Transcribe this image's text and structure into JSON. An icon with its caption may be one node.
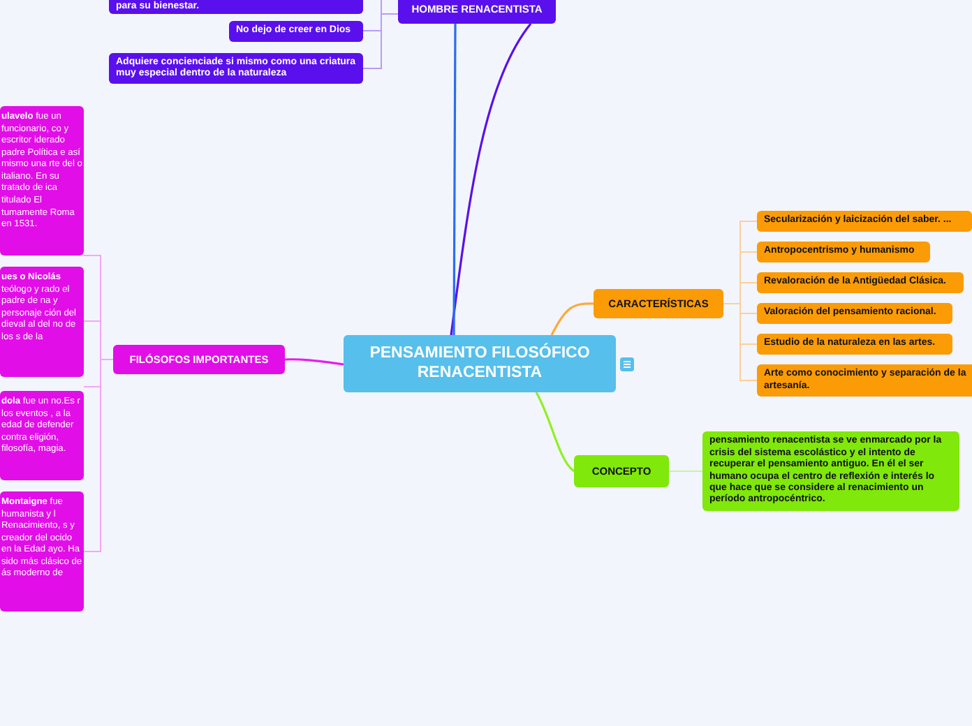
{
  "diagram": {
    "nodes": [
      {
        "text": [
          "PENSAMIENTO FILOSÓFICO RENACENTISTA"
        ]
      },
      {
        "text": [
          "HOMBRE RENACENTISTA"
        ]
      },
      {
        "text": [
          "para su bienestar."
        ]
      },
      {
        "text": [
          "No dejo de creer en Dios"
        ]
      },
      {
        "text": [
          "Adquiere concienciade si mismo como una criatura muy especial dentro de la naturaleza"
        ]
      },
      {
        "text": [
          "CARACTERÍSTICAS"
        ]
      },
      {
        "text": [
          "Secularización y laicización del saber. ..."
        ]
      },
      {
        "text": [
          "Antropocentrismo y humanismo"
        ]
      },
      {
        "text": [
          "Revaloración de la Antigüedad Clásica."
        ]
      },
      {
        "text": [
          "Valoración del pensamiento racional."
        ]
      },
      {
        "text": [
          "Estudio de la naturaleza en las artes."
        ]
      },
      {
        "text": [
          "Arte como conocimiento y separación de la artesanía."
        ]
      },
      {
        "text": [
          "CONCEPTO"
        ]
      },
      {
        "text": [
          "pensamiento renacentista se ve enmarcado por la crisis del sistema escolástico y el intento de recuperar el pensamiento antiguo. En él el ser humano ocupa el centro de reflexión e interés lo que hace que se considere al renacimiento un período antropocéntrico."
        ]
      },
      {
        "text": [
          "FILÓSOFOS IMPORTANTES"
        ]
      },
      {
        "text": [
          "**ulavelo** fue un funcionario, co y escritor iderado padre Política e así mismo una rte del o italiano. En su tratado de ica titulado El tumamente Roma en 1531."
        ]
      },
      {
        "text": [
          "**ues o Nicolás** teólogo y rado el padre de na y personaje ción del dieval al del no de los s de la"
        ]
      },
      {
        "text": [
          "**dola** fue un no.Es r los eventos , a la edad de defender contra eligión, filosofía, magia."
        ]
      },
      {
        "text": [
          "**Montaigne** fue humanista y l Renacimiento, s y creador del ocido en la Edad ayo. Ha sido más clásico de ás moderno de"
        ]
      }
    ],
    "edges": [
      {
        "from": 0,
        "to": 1,
        "arrow": "none",
        "color": "#5a10ec"
      },
      {
        "from": 0,
        "to": 1,
        "arrow": "none",
        "color": "#2a6df0"
      },
      {
        "from": 1,
        "to": 2,
        "arrow": "none",
        "color": "#b79cf5"
      },
      {
        "from": 1,
        "to": 3,
        "arrow": "none",
        "color": "#b79cf5"
      },
      {
        "from": 1,
        "to": 4,
        "arrow": "none",
        "color": "#b79cf5"
      },
      {
        "from": 0,
        "to": 5,
        "arrow": "none",
        "color": "#fbaa3c"
      },
      {
        "from": 5,
        "to": 6,
        "arrow": "none",
        "color": "#fcd09a"
      },
      {
        "from": 5,
        "to": 7,
        "arrow": "none",
        "color": "#fcd09a"
      },
      {
        "from": 5,
        "to": 8,
        "arrow": "none",
        "color": "#fcd09a"
      },
      {
        "from": 5,
        "to": 9,
        "arrow": "none",
        "color": "#fcd09a"
      },
      {
        "from": 5,
        "to": 10,
        "arrow": "none",
        "color": "#fcd09a"
      },
      {
        "from": 5,
        "to": 11,
        "arrow": "none",
        "color": "#fcd09a"
      },
      {
        "from": 0,
        "to": 12,
        "arrow": "none",
        "color": "#8ef020"
      },
      {
        "from": 12,
        "to": 13,
        "arrow": "none",
        "color": "#c4f5a0"
      },
      {
        "from": 0,
        "to": 14,
        "arrow": "none",
        "color": "#e81cf0"
      },
      {
        "from": 14,
        "to": 15,
        "arrow": "none",
        "color": "#f4a6f6"
      },
      {
        "from": 14,
        "to": 16,
        "arrow": "none",
        "color": "#f4a6f6"
      },
      {
        "from": 14,
        "to": 17,
        "arrow": "none",
        "color": "#f4a6f6"
      },
      {
        "from": 14,
        "to": 18,
        "arrow": "none",
        "color": "#f4a6f6"
      }
    ]
  }
}
